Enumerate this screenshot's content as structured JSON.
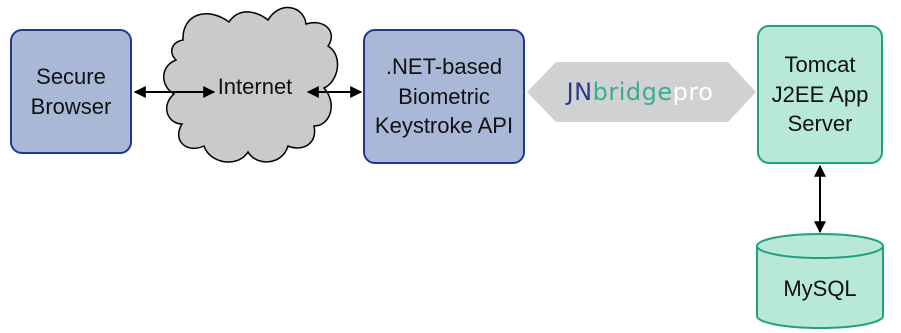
{
  "nodes": {
    "secure_browser": "Secure\nBrowser",
    "internet": "Internet",
    "api": ".NET-based\nBiometric\nKeystroke API",
    "tomcat": "Tomcat\nJ2EE App\nServer",
    "mysql": "MySQL"
  },
  "bridge": {
    "logo_prefix": "JN",
    "logo_middle": "bridge",
    "logo_suffix": "pro"
  },
  "colors": {
    "blue_fill": "#a8b8d6",
    "blue_border": "#23358f",
    "green_fill": "#b8e8d6",
    "green_border": "#249e84",
    "cloud_fill": "#c9cacb",
    "bridge_band": "#cfd1d3",
    "logo_dark": "#2b3a86",
    "logo_green": "#3aae8c",
    "logo_gray": "#ffffff"
  }
}
